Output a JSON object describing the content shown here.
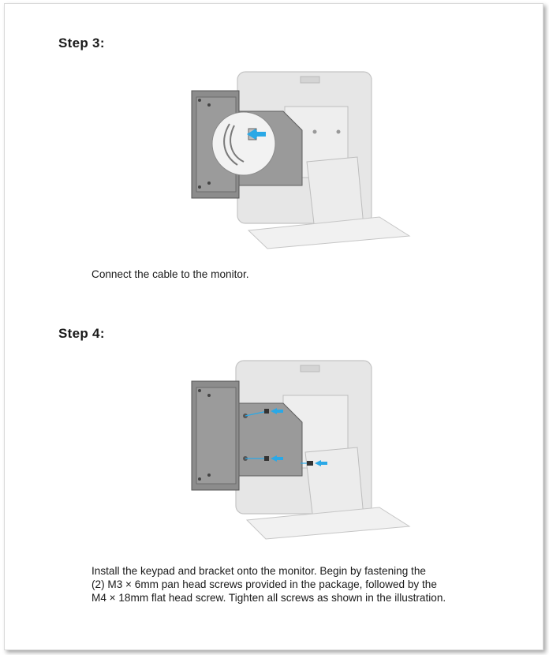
{
  "steps": [
    {
      "title": "Step 3:",
      "caption_lines": [
        "Connect the cable to the monitor."
      ],
      "illustration_icon": "monitor-cable-connection-illustration"
    },
    {
      "title": "Step 4:",
      "caption_lines": [
        "Install the keypad and bracket onto the monitor. Begin by fastening the",
        "(2) M3 × 6mm pan head screws provided in the package, followed by the",
        "M4 × 18mm flat head screw. Tighten all screws as shown in the illustration."
      ],
      "illustration_icon": "bracket-screw-installation-illustration"
    }
  ],
  "colors": {
    "arrow": "#2aa8e6",
    "keypad": "#8c8c8c",
    "monitor": "#e4e4e4"
  }
}
